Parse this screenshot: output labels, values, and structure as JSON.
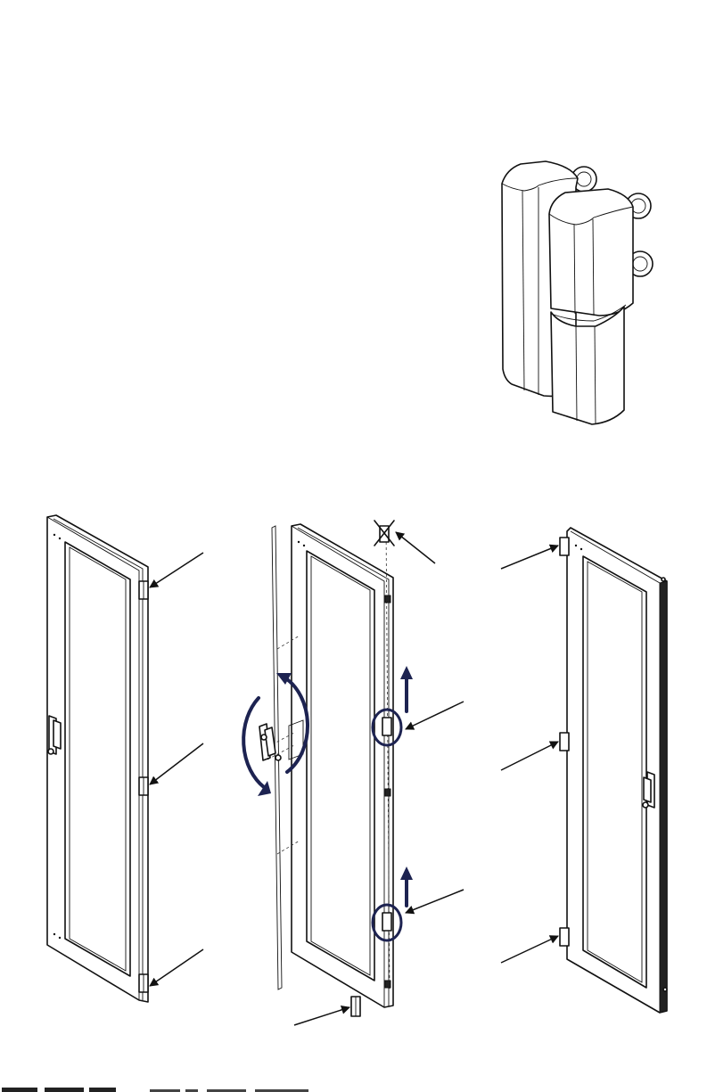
{
  "figure": {
    "panels": [
      "hinge-detail",
      "door-left",
      "door-middle",
      "door-right"
    ],
    "colors": {
      "line": "#111111",
      "accent": "#1d2351",
      "background": "#ffffff"
    },
    "icons": [
      "hinge-icon",
      "rotate-arrow-icon",
      "lift-arrow-icon",
      "callout-arrow-icon",
      "remove-x-icon"
    ]
  }
}
